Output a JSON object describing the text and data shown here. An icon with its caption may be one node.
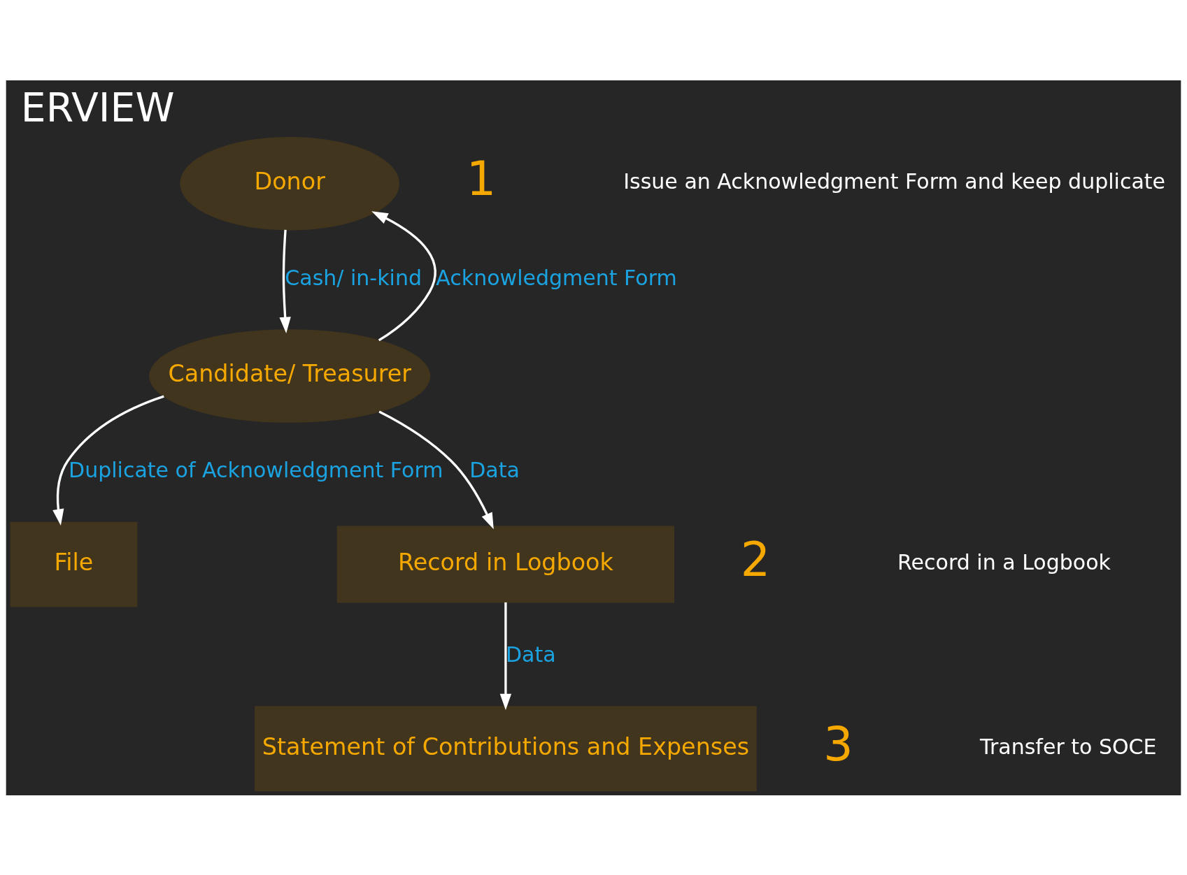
{
  "diagram": {
    "title": "ERVIEW",
    "nodes": [
      {
        "text": [
          "Donor"
        ]
      },
      {
        "text": [
          "Candidate/ Treasurer"
        ]
      },
      {
        "text": [
          "File"
        ]
      },
      {
        "text": [
          "Record in Logbook"
        ]
      },
      {
        "text": [
          "Statement of Contributions and Expenses"
        ]
      }
    ],
    "edges": [
      {
        "from": 0,
        "to": 1,
        "arrow": "to",
        "label": "Cash/ in-kind"
      },
      {
        "from": 1,
        "to": 0,
        "arrow": "to",
        "label": "Acknowledgment Form"
      },
      {
        "from": 1,
        "to": 2,
        "arrow": "to",
        "label": "Duplicate of Acknowledgment Form"
      },
      {
        "from": 1,
        "to": 3,
        "arrow": "to",
        "label": "Data"
      },
      {
        "from": 3,
        "to": 4,
        "arrow": "to",
        "label": "Data"
      }
    ],
    "labels": [
      "1",
      "Issue an Acknowledgment Form and keep duplicate",
      "2",
      "Record in a Logbook",
      "3",
      "Transfer to SOCE"
    ]
  }
}
